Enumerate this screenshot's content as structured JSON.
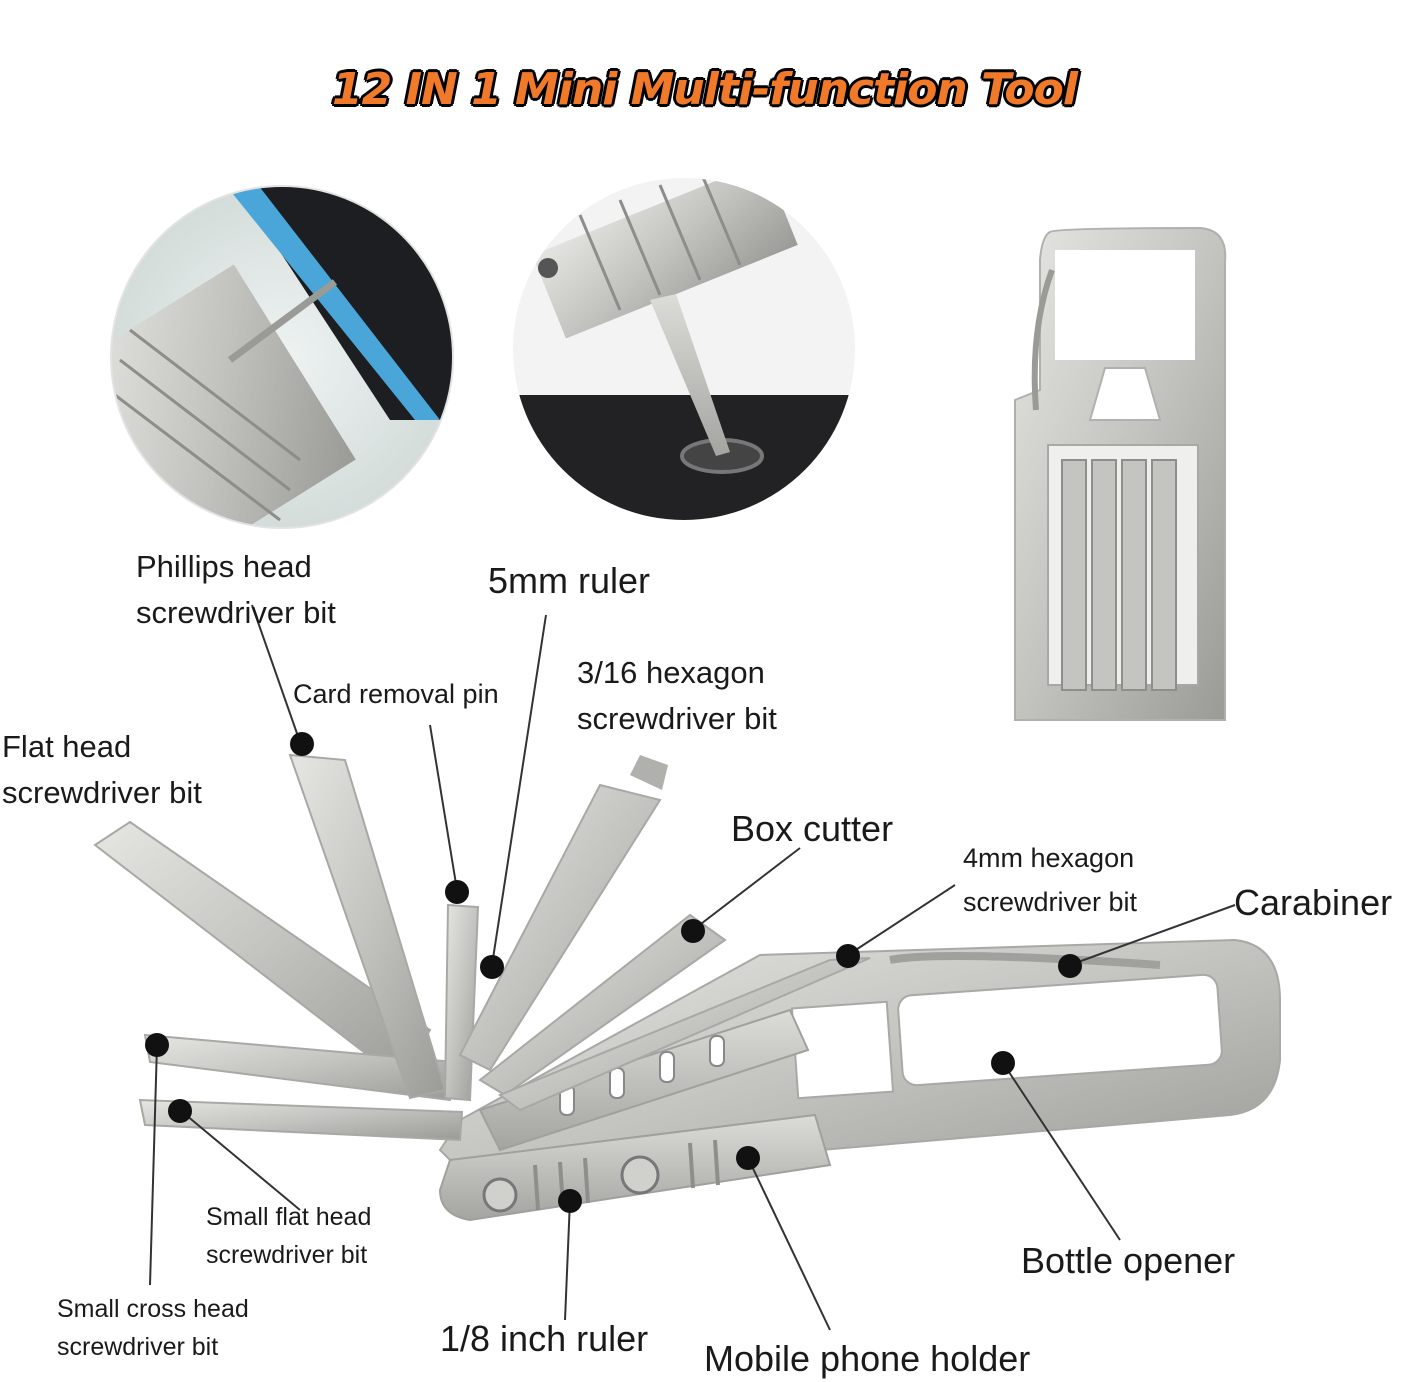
{
  "title": "12 IN 1 Mini Multi-function  Tool",
  "labels": {
    "phillips": {
      "line1": "Phillips head",
      "line2": "screwdriver bit"
    },
    "ruler5mm": {
      "line1": "5mm ruler"
    },
    "card_pin": {
      "line1": "Card removal pin"
    },
    "hex316": {
      "line1": "3/16 hexagon",
      "line2": "screwdriver bit"
    },
    "flat": {
      "line1": "Flat head",
      "line2": "screwdriver bit"
    },
    "box_cutter": {
      "line1": "Box cutter"
    },
    "hex4mm": {
      "line1": "4mm hexagon",
      "line2": "screwdriver bit"
    },
    "carabiner": {
      "line1": "Carabiner"
    },
    "small_flat": {
      "line1": "Small flat head",
      "line2": "screwdriver bit"
    },
    "small_cross": {
      "line1": "Small cross head",
      "line2": "screwdriver bit"
    },
    "ruler18": {
      "line1": "1/8 inch ruler"
    },
    "phone_holder": {
      "line1": "Mobile phone holder"
    },
    "bottle_opener": {
      "line1": "Bottle opener"
    }
  },
  "colors": {
    "title_fill": "#f07a2a",
    "title_outline": "#000000",
    "steel_light": "#d9d9d6",
    "steel_mid": "#b8b8b4",
    "steel_dark": "#8e8e8a",
    "marker": "#111111"
  }
}
